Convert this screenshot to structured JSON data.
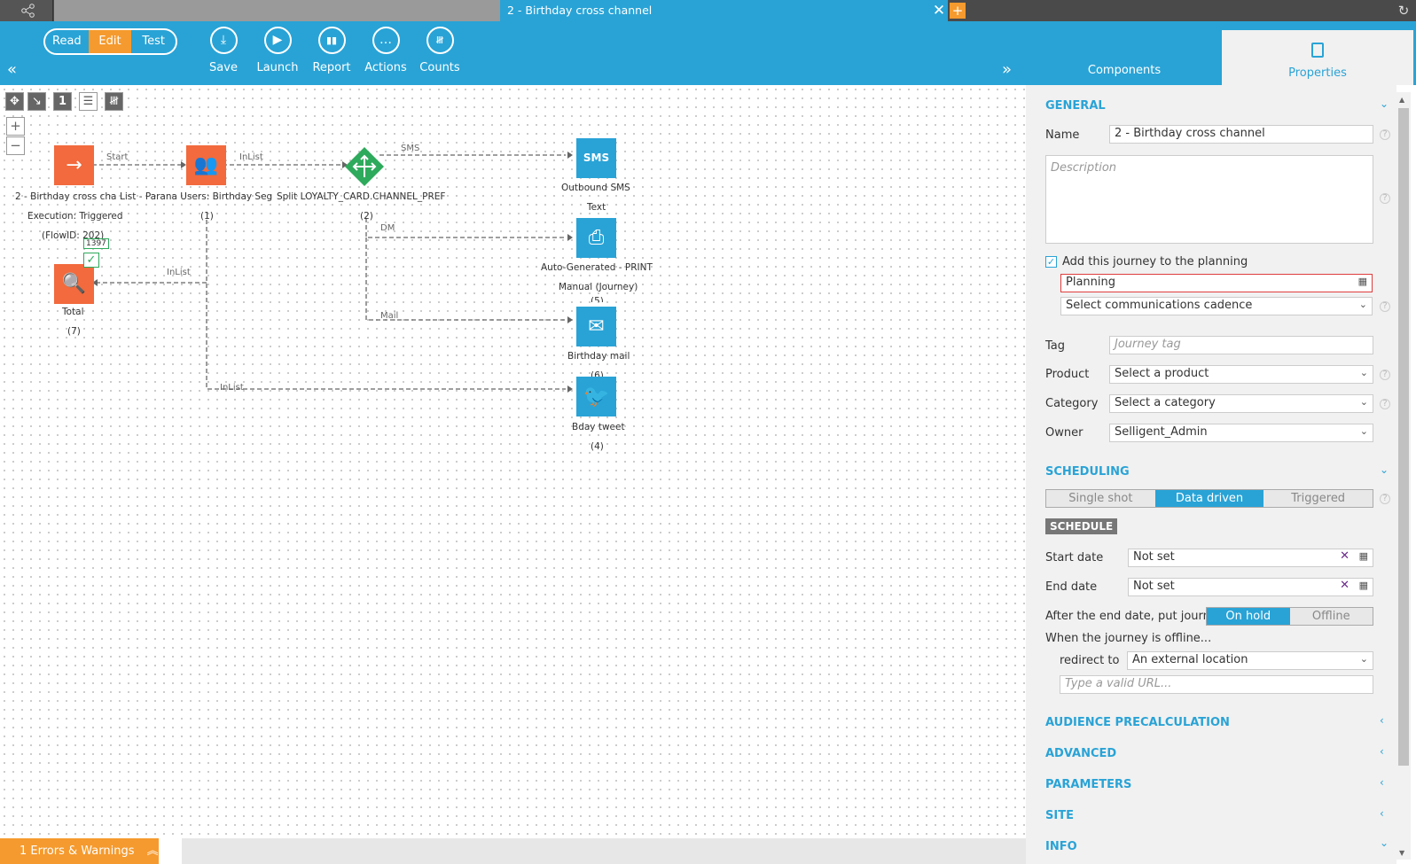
{
  "tabs": {
    "active_title": "2 - Birthday cross channel",
    "close": "✕",
    "add": "+",
    "refresh": "↻"
  },
  "toolbar": {
    "modes": [
      "Read",
      "Edit",
      "Test"
    ],
    "active_mode": "Edit",
    "buttons": [
      {
        "label": "Save",
        "icon": "download-icon"
      },
      {
        "label": "Launch",
        "icon": "play-icon"
      },
      {
        "label": "Report",
        "icon": "bar-chart-icon"
      },
      {
        "label": "Actions",
        "icon": "more-icon"
      },
      {
        "label": "Counts",
        "icon": "tally-icon"
      }
    ],
    "collapse": "«",
    "expand": "»",
    "right_tabs": [
      "Components",
      "Properties"
    ]
  },
  "canvas": {
    "tools": {
      "page": "1"
    },
    "zoom_in": "+",
    "zoom_out": "−",
    "nodes": {
      "start": {
        "label": "2 - Birthday cross cha",
        "sub1": "Execution: Triggered",
        "sub2": "(FlowID: 202)"
      },
      "list": {
        "label": "List - Parana Users: Birthday Seg",
        "count": "(1)"
      },
      "split": {
        "label": "Split LOYALTY_CARD.CHANNEL_PREF",
        "count": "(2)"
      },
      "sms": {
        "label": "Outbound SMS",
        "sub": "Text"
      },
      "print": {
        "label": "Auto-Generated - PRINT",
        "sub": "Manual (Journey)",
        "count": "(5)"
      },
      "mail": {
        "label": "Birthday mail",
        "count": "(6)"
      },
      "tweet": {
        "label": "Bday tweet",
        "count": "(4)"
      },
      "total": {
        "label": "Total",
        "count": "(7)",
        "badge": "1397"
      }
    },
    "links": {
      "start": "Start",
      "inlist1": "InList",
      "sms": "SMS",
      "dm": "DM",
      "mail": "Mail",
      "inlist2": "InList",
      "inlist3": "InList"
    }
  },
  "footer": {
    "errors": "1 Errors & Warnings"
  },
  "properties": {
    "general": {
      "title": "GENERAL",
      "name_label": "Name",
      "name_value": "2 - Birthday cross channel",
      "description_placeholder": "Description",
      "planning_check_label": "Add this journey to the planning",
      "planning_value": "Planning",
      "cadence_value": "Select communications cadence",
      "tag_label": "Tag",
      "tag_placeholder": "Journey tag",
      "product_label": "Product",
      "product_value": "Select a product",
      "category_label": "Category",
      "category_value": "Select a category",
      "owner_label": "Owner",
      "owner_value": "Selligent_Admin"
    },
    "scheduling": {
      "title": "SCHEDULING",
      "modes": [
        "Single shot",
        "Data driven",
        "Triggered"
      ],
      "active_mode": "Data driven",
      "schedule_title": "SCHEDULE",
      "start_label": "Start date",
      "start_value": "Not set",
      "end_label": "End date",
      "end_value": "Not set",
      "after_label": "After the end date, put journey",
      "after_options": [
        "On hold",
        "Offline"
      ],
      "after_active": "On hold",
      "offline_label": "When the journey is offline...",
      "redirect_label": "redirect to",
      "redirect_value": "An external location",
      "url_placeholder": "Type a valid URL..."
    },
    "collapsed_sections": [
      "AUDIENCE PRECALCULATION",
      "ADVANCED",
      "PARAMETERS",
      "SITE",
      "INFO"
    ]
  },
  "colors": {
    "brand_blue": "#29a3d6",
    "accent_orange": "#f59a2e",
    "node_orange": "#f26a3d",
    "split_green": "#2eaa5c"
  }
}
